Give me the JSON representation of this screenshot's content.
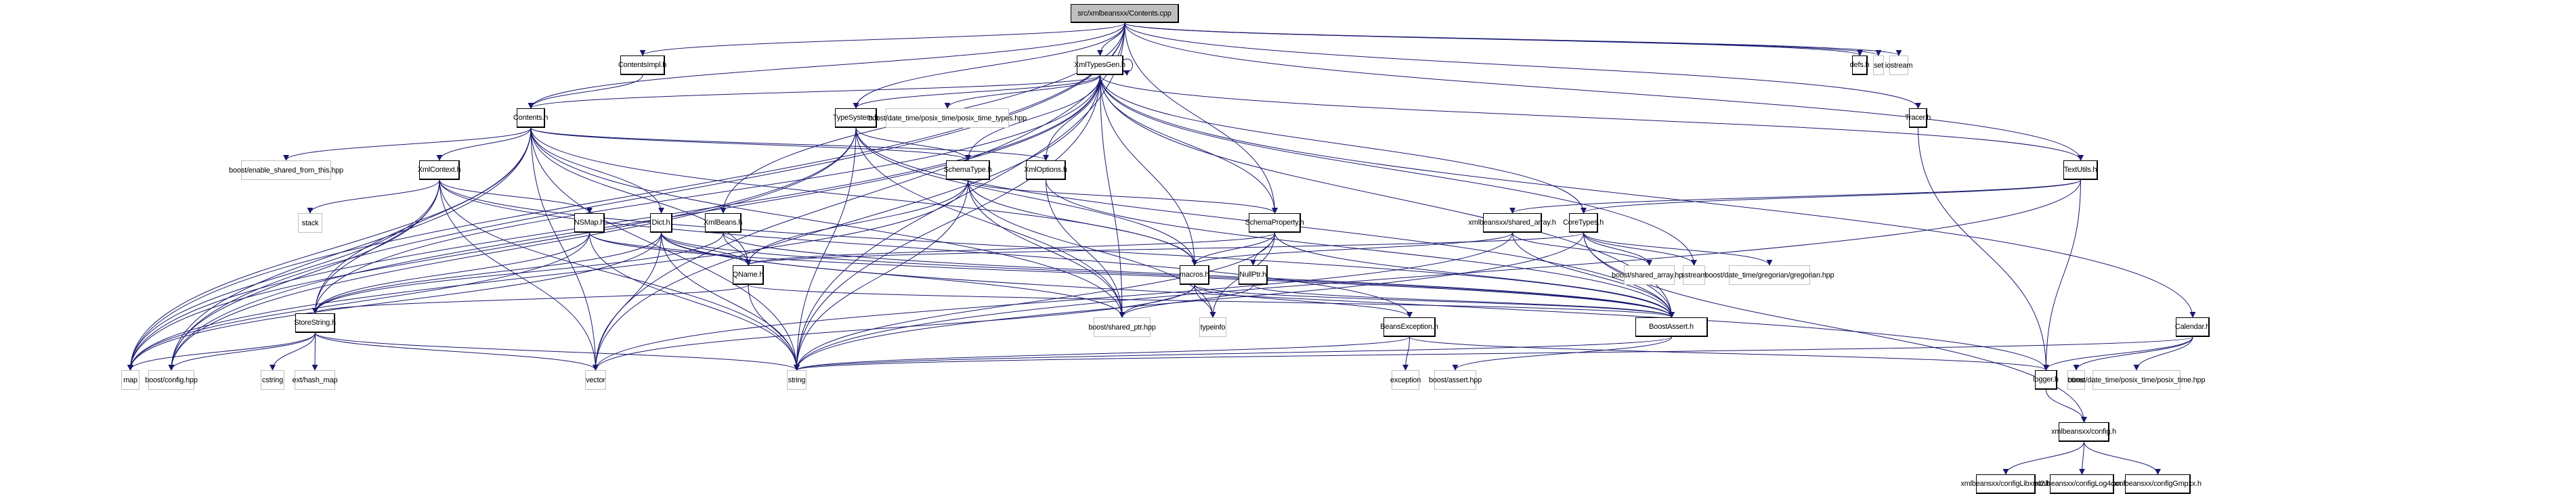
{
  "title": "src/xmlbeansxx/Contents.cpp",
  "colors": {
    "edge": "#191970",
    "node_border": "#000000",
    "external_border": "#bfbfbf",
    "root_fill": "#bfbfbf"
  },
  "nodes": [
    {
      "id": "root",
      "label": "src/xmlbeansxx/Contents.cpp",
      "kind": "root"
    },
    {
      "id": "ContentsImpl",
      "label": "ContentsImpl.h",
      "kind": "internal"
    },
    {
      "id": "XmlTypesGen",
      "label": "XmlTypesGen.h",
      "kind": "internal"
    },
    {
      "id": "defs",
      "label": "defs.h",
      "kind": "internal"
    },
    {
      "id": "set",
      "label": "set",
      "kind": "external"
    },
    {
      "id": "iostream",
      "label": "iostream",
      "kind": "external"
    },
    {
      "id": "Tracer",
      "label": "Tracer.h",
      "kind": "internal"
    },
    {
      "id": "Contents",
      "label": "Contents.h",
      "kind": "internal"
    },
    {
      "id": "TypeSystem",
      "label": "TypeSystem.h",
      "kind": "internal"
    },
    {
      "id": "posix_time_types",
      "label": "boost/date_time/posix_time/posix_time_types.hpp",
      "kind": "external"
    },
    {
      "id": "enable_shared",
      "label": "boost/enable_shared_from_this.hpp",
      "kind": "external"
    },
    {
      "id": "XmlContext",
      "label": "XmlContext.h",
      "kind": "internal"
    },
    {
      "id": "SchemaType",
      "label": "SchemaType.h",
      "kind": "internal"
    },
    {
      "id": "XmlOptions",
      "label": "XmlOptions.h",
      "kind": "internal"
    },
    {
      "id": "TextUtils",
      "label": "TextUtils.h",
      "kind": "internal"
    },
    {
      "id": "stack",
      "label": "stack",
      "kind": "external"
    },
    {
      "id": "NSMap",
      "label": "NSMap.h",
      "kind": "internal"
    },
    {
      "id": "Dict",
      "label": "Dict.h",
      "kind": "internal"
    },
    {
      "id": "XmlBeans",
      "label": "XmlBeans.h",
      "kind": "internal"
    },
    {
      "id": "SchemaProperty",
      "label": "SchemaProperty.h",
      "kind": "internal"
    },
    {
      "id": "shared_array_h",
      "label": "xmlbeansxx/shared_array.h",
      "kind": "internal"
    },
    {
      "id": "CoreTypes",
      "label": "CoreTypes.h",
      "kind": "internal"
    },
    {
      "id": "QName",
      "label": "QName.h",
      "kind": "internal"
    },
    {
      "id": "macros",
      "label": "macros.h",
      "kind": "internal"
    },
    {
      "id": "NullPtr",
      "label": "NullPtr.h",
      "kind": "internal"
    },
    {
      "id": "shared_array_hpp",
      "label": "boost/shared_array.hpp",
      "kind": "external"
    },
    {
      "id": "sstream",
      "label": "sstream",
      "kind": "external"
    },
    {
      "id": "gregorian",
      "label": "boost/date_time/gregorian/gregorian.hpp",
      "kind": "external"
    },
    {
      "id": "Calendar",
      "label": "Calendar.h",
      "kind": "internal"
    },
    {
      "id": "StoreString",
      "label": "StoreString.h",
      "kind": "internal"
    },
    {
      "id": "shared_ptr",
      "label": "boost/shared_ptr.hpp",
      "kind": "external"
    },
    {
      "id": "typeinfo",
      "label": "typeinfo",
      "kind": "external"
    },
    {
      "id": "BeansException",
      "label": "BeansException.h",
      "kind": "internal"
    },
    {
      "id": "BoostAssert",
      "label": "BoostAssert.h",
      "kind": "internal"
    },
    {
      "id": "map",
      "label": "map",
      "kind": "external"
    },
    {
      "id": "boost_config",
      "label": "boost/config.hpp",
      "kind": "external"
    },
    {
      "id": "cstring",
      "label": "cstring",
      "kind": "external"
    },
    {
      "id": "hash_map",
      "label": "ext/hash_map",
      "kind": "external"
    },
    {
      "id": "vector",
      "label": "vector",
      "kind": "external"
    },
    {
      "id": "string",
      "label": "string",
      "kind": "external"
    },
    {
      "id": "exception",
      "label": "exception",
      "kind": "external"
    },
    {
      "id": "boost_assert",
      "label": "boost/assert.hpp",
      "kind": "external"
    },
    {
      "id": "logger",
      "label": "logger.h",
      "kind": "internal"
    },
    {
      "id": "ctime",
      "label": "ctime",
      "kind": "external"
    },
    {
      "id": "posix_time",
      "label": "boost/date_time/posix_time/posix_time.hpp",
      "kind": "external"
    },
    {
      "id": "xconfig",
      "label": "xmlbeansxx/config.h",
      "kind": "internal"
    },
    {
      "id": "configLibxml2",
      "label": "xmlbeansxx/configLibxml2.h",
      "kind": "internal"
    },
    {
      "id": "configLog4cxx",
      "label": "xmlbeansxx/configLog4cxx.h",
      "kind": "internal"
    },
    {
      "id": "configGmpxx",
      "label": "xmlbeansxx/configGmpxx.h",
      "kind": "internal"
    }
  ],
  "edges": [
    [
      "root",
      "ContentsImpl"
    ],
    [
      "root",
      "XmlTypesGen"
    ],
    [
      "root",
      "defs"
    ],
    [
      "root",
      "set"
    ],
    [
      "root",
      "iostream"
    ],
    [
      "root",
      "Tracer"
    ],
    [
      "root",
      "Contents"
    ],
    [
      "root",
      "TypeSystem"
    ],
    [
      "root",
      "XmlBeans"
    ],
    [
      "root",
      "SchemaProperty"
    ],
    [
      "root",
      "TextUtils"
    ],
    [
      "root",
      "map"
    ],
    [
      "root",
      "boost_config"
    ],
    [
      "root",
      "string"
    ],
    [
      "root",
      "vector"
    ],
    [
      "ContentsImpl",
      "Contents"
    ],
    [
      "XmlTypesGen",
      "XmlTypesGen"
    ],
    [
      "XmlTypesGen",
      "Contents"
    ],
    [
      "XmlTypesGen",
      "TypeSystem"
    ],
    [
      "XmlTypesGen",
      "posix_time_types"
    ],
    [
      "XmlTypesGen",
      "SchemaType"
    ],
    [
      "XmlTypesGen",
      "XmlOptions"
    ],
    [
      "XmlTypesGen",
      "SchemaProperty"
    ],
    [
      "XmlTypesGen",
      "TextUtils"
    ],
    [
      "XmlTypesGen",
      "CoreTypes"
    ],
    [
      "XmlTypesGen",
      "Calendar"
    ],
    [
      "XmlTypesGen",
      "macros"
    ],
    [
      "XmlTypesGen",
      "shared_ptr"
    ],
    [
      "XmlTypesGen",
      "string"
    ],
    [
      "XmlTypesGen",
      "sstream"
    ],
    [
      "XmlTypesGen",
      "BoostAssert"
    ],
    [
      "XmlTypesGen",
      "map"
    ],
    [
      "XmlTypesGen",
      "boost_config"
    ],
    [
      "XmlTypesGen",
      "StoreString"
    ],
    [
      "XmlTypesGen",
      "vector"
    ],
    [
      "Tracer",
      "logger"
    ],
    [
      "Contents",
      "enable_shared"
    ],
    [
      "Contents",
      "XmlContext"
    ],
    [
      "Contents",
      "SchemaType"
    ],
    [
      "Contents",
      "XmlOptions"
    ],
    [
      "Contents",
      "Dict"
    ],
    [
      "Contents",
      "QName"
    ],
    [
      "Contents",
      "StoreString"
    ],
    [
      "Contents",
      "shared_ptr"
    ],
    [
      "Contents",
      "string"
    ],
    [
      "Contents",
      "map"
    ],
    [
      "Contents",
      "boost_config"
    ],
    [
      "Contents",
      "vector"
    ],
    [
      "Contents",
      "macros"
    ],
    [
      "TypeSystem",
      "SchemaType"
    ],
    [
      "TypeSystem",
      "string"
    ],
    [
      "TypeSystem",
      "shared_ptr"
    ],
    [
      "TypeSystem",
      "map"
    ],
    [
      "TypeSystem",
      "macros"
    ],
    [
      "TypeSystem",
      "BoostAssert"
    ],
    [
      "TypeSystem",
      "boost_config"
    ],
    [
      "XmlContext",
      "stack"
    ],
    [
      "XmlContext",
      "NSMap"
    ],
    [
      "XmlContext",
      "StoreString"
    ],
    [
      "XmlContext",
      "string"
    ],
    [
      "XmlContext",
      "vector"
    ],
    [
      "XmlContext",
      "map"
    ],
    [
      "XmlContext",
      "BeansException"
    ],
    [
      "XmlContext",
      "BoostAssert"
    ],
    [
      "XmlContext",
      "boost_config"
    ],
    [
      "SchemaType",
      "SchemaProperty"
    ],
    [
      "SchemaType",
      "QName"
    ],
    [
      "SchemaType",
      "macros"
    ],
    [
      "SchemaType",
      "shared_ptr"
    ],
    [
      "SchemaType",
      "string"
    ],
    [
      "SchemaType",
      "typeinfo"
    ],
    [
      "SchemaType",
      "map"
    ],
    [
      "XmlOptions",
      "shared_ptr"
    ],
    [
      "XmlOptions",
      "BoostAssert"
    ],
    [
      "TextUtils",
      "shared_array_h"
    ],
    [
      "TextUtils",
      "CoreTypes"
    ],
    [
      "TextUtils",
      "logger"
    ],
    [
      "TextUtils",
      "string"
    ],
    [
      "NSMap",
      "QName"
    ],
    [
      "NSMap",
      "StoreString"
    ],
    [
      "NSMap",
      "string"
    ],
    [
      "NSMap",
      "map"
    ],
    [
      "NSMap",
      "BoostAssert"
    ],
    [
      "Dict",
      "QName"
    ],
    [
      "Dict",
      "StoreString"
    ],
    [
      "Dict",
      "shared_ptr"
    ],
    [
      "Dict",
      "string"
    ],
    [
      "Dict",
      "vector"
    ],
    [
      "Dict",
      "map"
    ],
    [
      "Dict",
      "BoostAssert"
    ],
    [
      "Dict",
      "logger"
    ],
    [
      "XmlBeans",
      "QName"
    ],
    [
      "XmlBeans",
      "StoreString"
    ],
    [
      "XmlBeans",
      "BoostAssert"
    ],
    [
      "SchemaProperty",
      "macros"
    ],
    [
      "SchemaProperty",
      "NullPtr"
    ],
    [
      "SchemaProperty",
      "typeinfo"
    ],
    [
      "SchemaProperty",
      "string"
    ],
    [
      "SchemaProperty",
      "QName"
    ],
    [
      "SchemaProperty",
      "BoostAssert"
    ],
    [
      "shared_array_h",
      "shared_array_hpp"
    ],
    [
      "shared_array_h",
      "BoostAssert"
    ],
    [
      "shared_array_h",
      "macros"
    ],
    [
      "shared_array_h",
      "vector"
    ],
    [
      "CoreTypes",
      "shared_array_hpp"
    ],
    [
      "CoreTypes",
      "sstream"
    ],
    [
      "CoreTypes",
      "gregorian"
    ],
    [
      "CoreTypes",
      "string"
    ],
    [
      "CoreTypes",
      "BoostAssert"
    ],
    [
      "CoreTypes",
      "xconfig"
    ],
    [
      "CoreTypes",
      "QName"
    ],
    [
      "QName",
      "StoreString"
    ],
    [
      "QName",
      "string"
    ],
    [
      "QName",
      "BoostAssert"
    ],
    [
      "macros",
      "shared_ptr"
    ],
    [
      "macros",
      "typeinfo"
    ],
    [
      "macros",
      "BeansException"
    ],
    [
      "macros",
      "BoostAssert"
    ],
    [
      "macros",
      "vector"
    ],
    [
      "NullPtr",
      "shared_ptr"
    ],
    [
      "NullPtr",
      "BoostAssert"
    ],
    [
      "Calendar",
      "logger"
    ],
    [
      "Calendar",
      "ctime"
    ],
    [
      "Calendar",
      "posix_time"
    ],
    [
      "Calendar",
      "string"
    ],
    [
      "StoreString",
      "map"
    ],
    [
      "StoreString",
      "boost_config"
    ],
    [
      "StoreString",
      "cstring"
    ],
    [
      "StoreString",
      "hash_map"
    ],
    [
      "StoreString",
      "vector"
    ],
    [
      "StoreString",
      "string"
    ],
    [
      "BeansException",
      "exception"
    ],
    [
      "BeansException",
      "string"
    ],
    [
      "BeansException",
      "logger"
    ],
    [
      "BoostAssert",
      "boost_assert"
    ],
    [
      "BoostAssert",
      "string"
    ],
    [
      "logger",
      "xconfig"
    ],
    [
      "xconfig",
      "configLibxml2"
    ],
    [
      "xconfig",
      "configLog4cxx"
    ],
    [
      "xconfig",
      "configGmpxx"
    ]
  ]
}
